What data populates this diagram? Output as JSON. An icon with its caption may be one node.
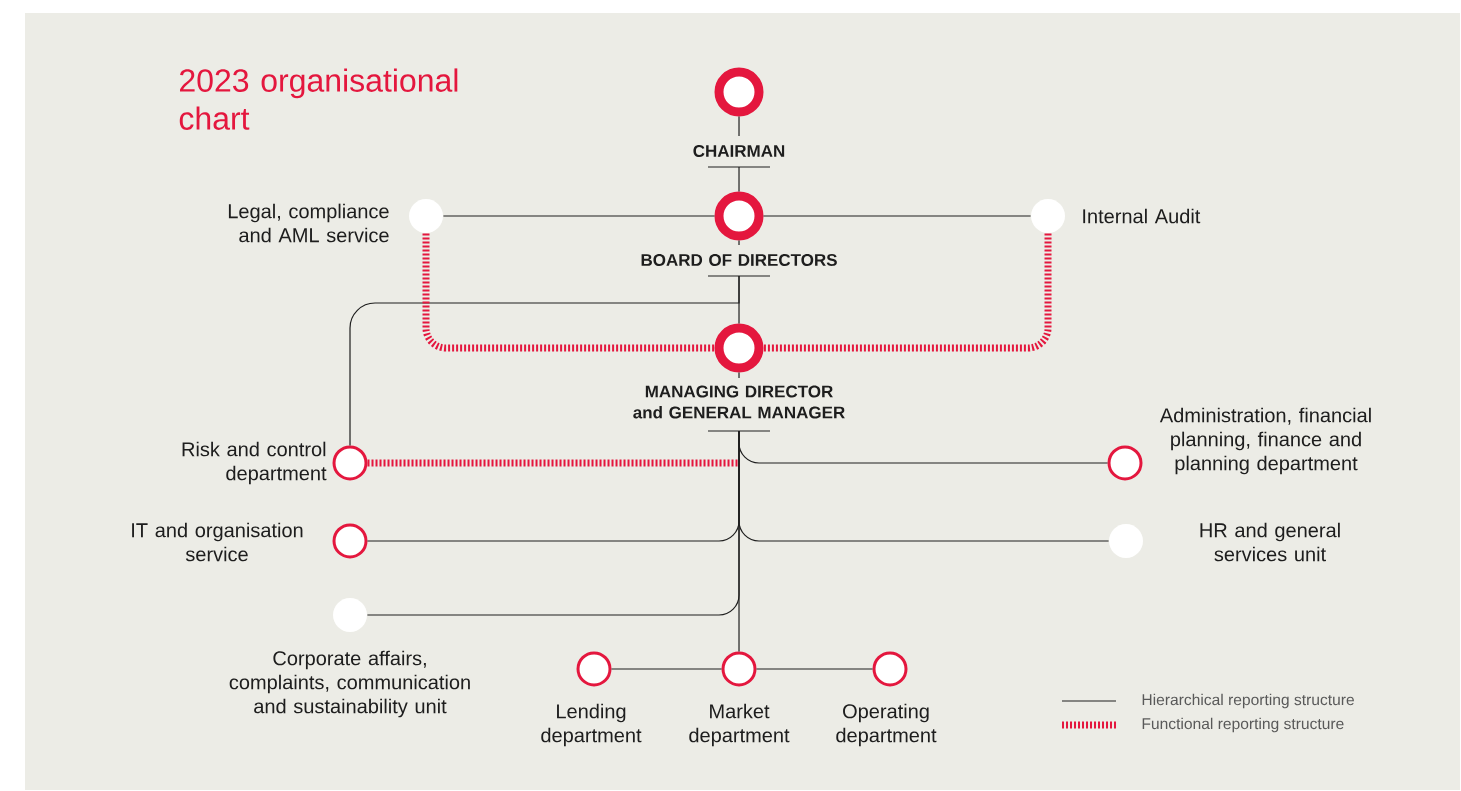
{
  "diagram": {
    "title": "2023 organisational chart",
    "nodes": [
      {
        "text": [
          "CHAIRMAN"
        ]
      },
      {
        "text": [
          "BOARD OF DIRECTORS"
        ]
      },
      {
        "text": [
          "Legal, compliance and AML service"
        ]
      },
      {
        "text": [
          "Internal Audit"
        ]
      },
      {
        "text": [
          "MANAGING DIRECTOR and GENERAL MANAGER"
        ]
      },
      {
        "text": [
          "Risk and control department"
        ]
      },
      {
        "text": [
          "Administration, financial planning, finance and planning department"
        ]
      },
      {
        "text": [
          "IT and organisation service"
        ]
      },
      {
        "text": [
          "HR and general services unit"
        ]
      },
      {
        "text": [
          "Corporate affairs, complaints, communication and sustainability unit"
        ]
      },
      {
        "text": [
          "Lending department"
        ]
      },
      {
        "text": [
          "Market department"
        ]
      },
      {
        "text": [
          "Operating department"
        ]
      }
    ],
    "edges": [
      {
        "from": 0,
        "to": 1,
        "arrow": "none"
      },
      {
        "from": 1,
        "to": 2,
        "arrow": "none"
      },
      {
        "from": 1,
        "to": 3,
        "arrow": "none"
      },
      {
        "from": 1,
        "to": 4,
        "arrow": "none"
      },
      {
        "from": 1,
        "to": 5,
        "arrow": "none"
      },
      {
        "from": 4,
        "to": 6,
        "arrow": "none"
      },
      {
        "from": 4,
        "to": 7,
        "arrow": "none"
      },
      {
        "from": 4,
        "to": 8,
        "arrow": "none"
      },
      {
        "from": 4,
        "to": 9,
        "arrow": "none"
      },
      {
        "from": 4,
        "to": 11,
        "arrow": "none"
      },
      {
        "from": 11,
        "to": 10,
        "arrow": "none"
      },
      {
        "from": 11,
        "to": 12,
        "arrow": "none"
      },
      {
        "from": 2,
        "to": 4,
        "arrow": "none",
        "style": "dashed",
        "color": "#e4173e"
      },
      {
        "from": 3,
        "to": 4,
        "arrow": "none",
        "style": "dashed",
        "color": "#e4173e"
      },
      {
        "from": 5,
        "to": 4,
        "arrow": "none",
        "style": "dashed",
        "color": "#e4173e"
      }
    ],
    "legend": [
      {
        "text": "Hierarchical reporting structure"
      },
      {
        "text": "Functional reporting structure"
      }
    ]
  }
}
